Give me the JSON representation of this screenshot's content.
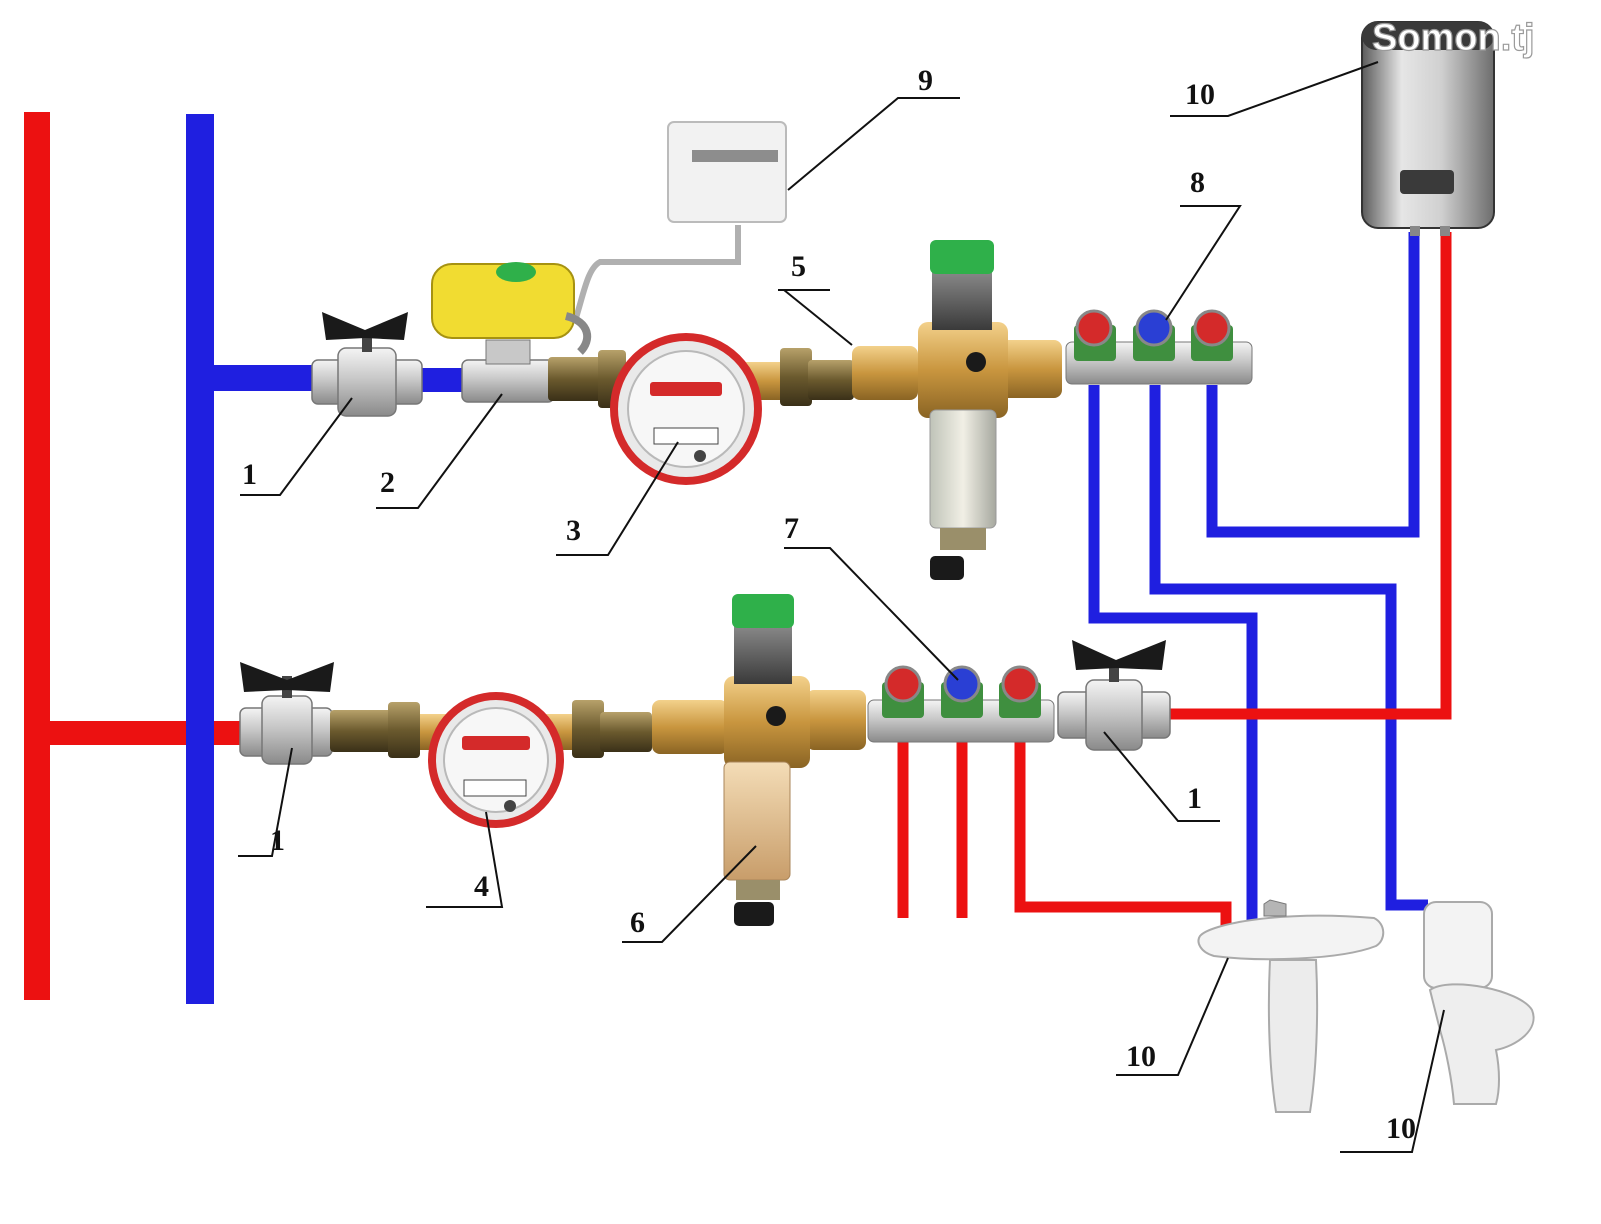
{
  "watermark": "Somon.tj",
  "colors": {
    "cold": "#1f1fe0",
    "hot": "#ec1111",
    "brass": "#c9963f",
    "chrome": "#c8c8c8",
    "meter_rim": "#d42a2a",
    "actuator": "#f1dc31",
    "filter_cap": "#2fb04a",
    "handle": "#1a1a1a",
    "leader": "#111111"
  },
  "callouts": [
    {
      "id": "ball-valve-cold",
      "label": "1"
    },
    {
      "id": "motor-valve",
      "label": "2"
    },
    {
      "id": "meter-cold",
      "label": "3"
    },
    {
      "id": "pressure-reducer-cold",
      "label": "5"
    },
    {
      "id": "control-box",
      "label": "9"
    },
    {
      "id": "boiler",
      "label": "10"
    },
    {
      "id": "manifold-cold",
      "label": "8"
    },
    {
      "id": "manifold-hot",
      "label": "7"
    },
    {
      "id": "ball-valve-hot",
      "label": "1"
    },
    {
      "id": "meter-hot",
      "label": "4"
    },
    {
      "id": "filter-hot",
      "label": "6"
    },
    {
      "id": "ball-valve-boiler",
      "label": "1"
    },
    {
      "id": "sink",
      "label": "10"
    },
    {
      "id": "toilet",
      "label": "10"
    }
  ],
  "icons": {
    "ball-valve": "ball-valve-icon",
    "motor-valve": "motor-valve-icon",
    "water-meter": "water-meter-icon",
    "filter": "filter-reducer-icon",
    "control-box": "leak-control-box-icon",
    "manifold": "manifold-icon",
    "boiler": "water-heater-icon",
    "sink": "sink-icon",
    "toilet": "toilet-icon"
  }
}
